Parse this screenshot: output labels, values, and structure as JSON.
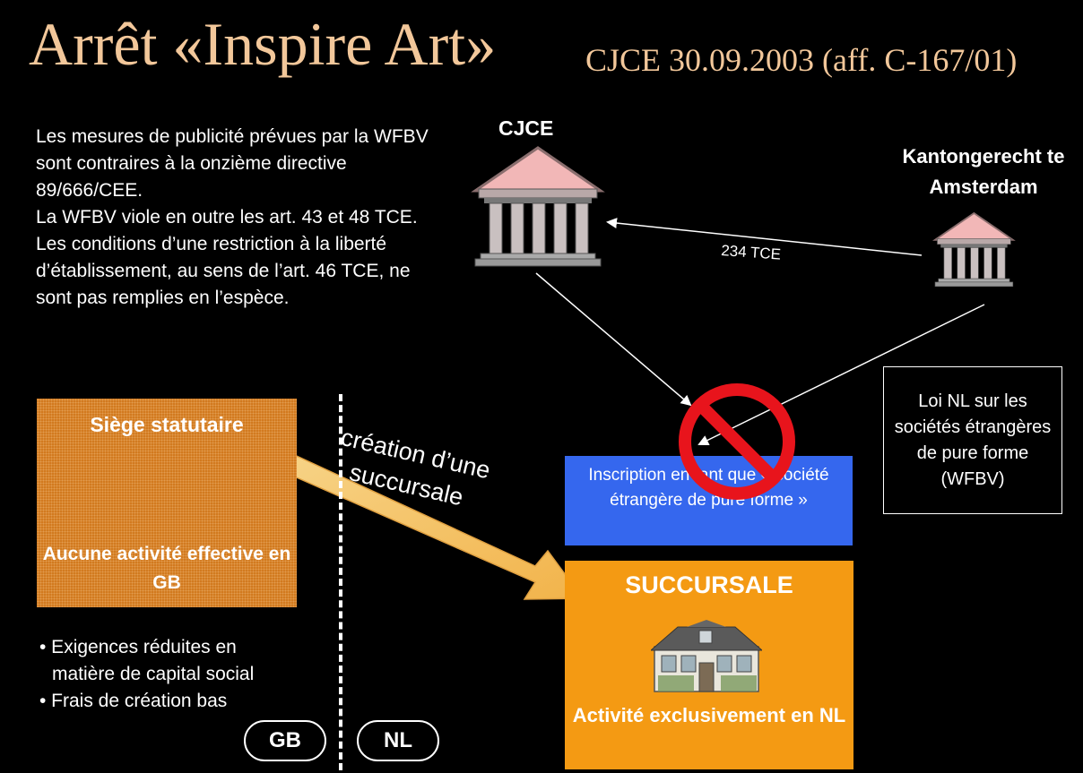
{
  "header": {
    "title": "Arrêt «Inspire Art»",
    "subtitle": "CJCE 30.09.2003 (aff. C-167/01)"
  },
  "ruling": [
    "Les mesures de publicité prévues par la WFBV sont contraires à la onzième directive 89/666/CEE.",
    "La WFBV viole en outre les art. 43 et 48 TCE.",
    "Les conditions d’une restriction à la liberté d’établissement, au sens de l’art. 46 TCE, ne sont pas remplies en l’espèce."
  ],
  "courts": {
    "cjce_label": "CJCE",
    "kanton_label": "Kantongerecht te Amsterdam",
    "referral_label": "234 TCE"
  },
  "law_box": "Loi NL sur les sociétés étrangères de pure forme (WFBV)",
  "siege": {
    "title": "Siège statutaire",
    "note": "Aucune activité effective en GB"
  },
  "creation_label": [
    "création d’une",
    "succursale"
  ],
  "inscription": "Inscription en tant que « société étrangère de pure forme »",
  "succursale": {
    "title": "SUCCURSALE",
    "note": "Activité exclusivement en NL"
  },
  "bullets": [
    "• Exigences réduites en",
    "  matière de capital social",
    "• Frais de création bas"
  ],
  "regions": {
    "gb": "GB",
    "nl": "NL"
  },
  "icons": {
    "court": "court-building-icon",
    "house": "house-icon",
    "prohibition": "prohibition-icon"
  },
  "colors": {
    "title": "#f2c79a",
    "siege_box": "#d27a1f",
    "inscription_box": "#3567ee",
    "succursale_box": "#f49a13",
    "arrow": "#f5c36a",
    "prohibition": "#e8141c"
  }
}
